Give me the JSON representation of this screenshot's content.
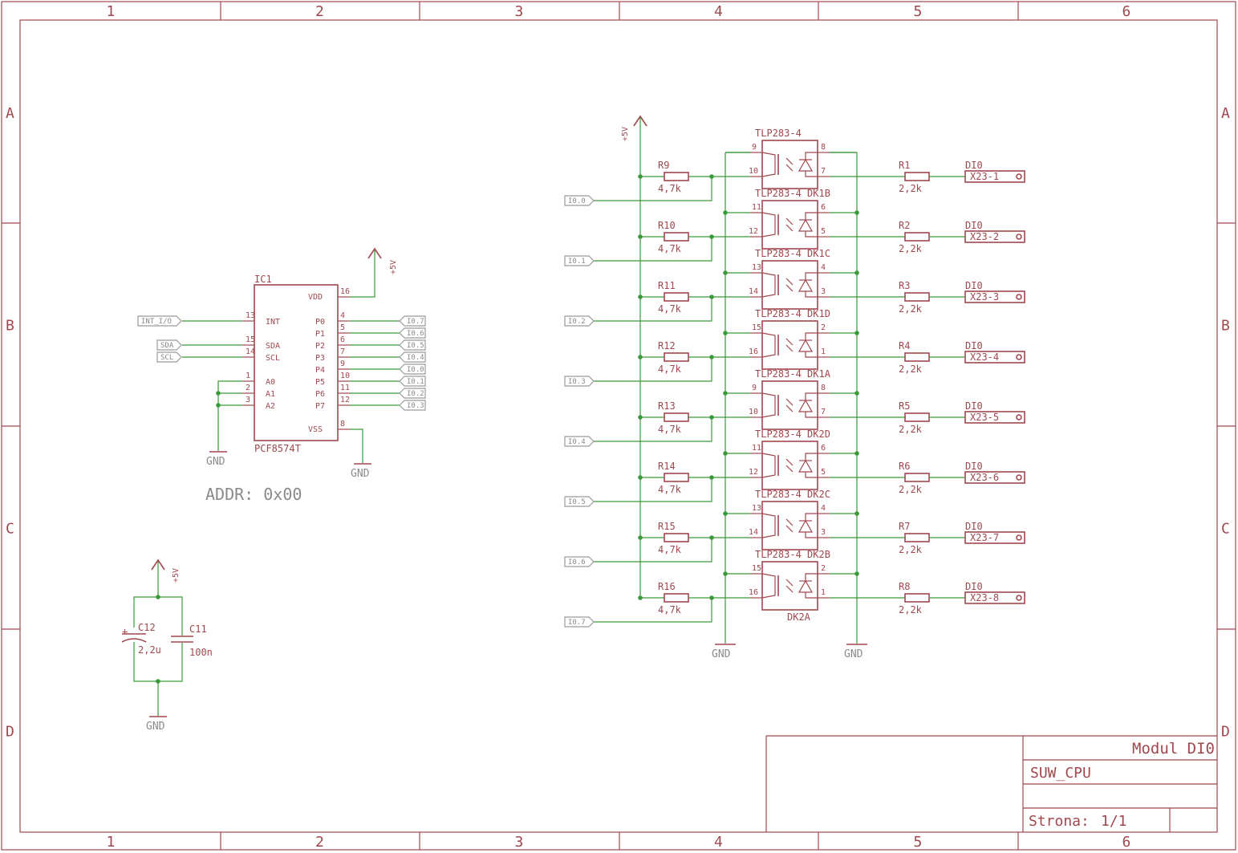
{
  "frame": {
    "columns": [
      "1",
      "2",
      "3",
      "4",
      "5",
      "6"
    ],
    "rows": [
      "A",
      "B",
      "C",
      "D"
    ]
  },
  "title_block": {
    "title": "Modul DI0",
    "project": "SUW_CPU",
    "page_label": "Strona:",
    "page_value": "1/1"
  },
  "ic1": {
    "name": "IC1",
    "value": "PCF8574T",
    "addr_note": "ADDR: 0x00",
    "left_pins": [
      {
        "num": "13",
        "name": "INT"
      },
      {
        "num": "15",
        "name": "SDA"
      },
      {
        "num": "14",
        "name": "SCL"
      },
      {
        "num": "1",
        "name": "A0"
      },
      {
        "num": "2",
        "name": "A1"
      },
      {
        "num": "3",
        "name": "A2"
      }
    ],
    "vdd": {
      "num": "16",
      "name": "VDD"
    },
    "vss": {
      "num": "8",
      "name": "VSS"
    },
    "right_pins": [
      {
        "num": "4",
        "name": "P0",
        "net": "I0.7"
      },
      {
        "num": "5",
        "name": "P1",
        "net": "I0.6"
      },
      {
        "num": "6",
        "name": "P2",
        "net": "I0.5"
      },
      {
        "num": "7",
        "name": "P3",
        "net": "I0.4"
      },
      {
        "num": "9",
        "name": "P4",
        "net": "I0.0"
      },
      {
        "num": "10",
        "name": "P5",
        "net": "I0.1"
      },
      {
        "num": "11",
        "name": "P6",
        "net": "I0.2"
      },
      {
        "num": "12",
        "name": "P7",
        "net": "I0.3"
      }
    ],
    "left_labels": [
      "INT_I/O",
      "SDA",
      "SCL"
    ]
  },
  "power": {
    "vcc": "+5V",
    "gnd": "GND"
  },
  "caps": [
    {
      "name": "C12",
      "value": "2,2u",
      "polarity": "+"
    },
    {
      "name": "C11",
      "value": "100n"
    }
  ],
  "opto_type": "TLP283-4",
  "channels": [
    {
      "in": "I0.0",
      "r_in": "R9",
      "r_in_val": "4,7k",
      "pin_a": "10",
      "pin_c": "9",
      "pin_e": "8",
      "pin_o": "7",
      "r_out": "R1",
      "r_out_val": "2,2k",
      "conn_name": "DI0",
      "conn": "X23-1",
      "opto_name": "TLP283-4"
    },
    {
      "in": "I0.1",
      "r_in": "R10",
      "r_in_val": "4,7k",
      "pin_a": "12",
      "pin_c": "11",
      "pin_e": "6",
      "pin_o": "5",
      "r_out": "R2",
      "r_out_val": "2,2k",
      "conn_name": "DI0",
      "conn": "X23-2",
      "opto_name": "TLP283-4 DK1B"
    },
    {
      "in": "I0.2",
      "r_in": "R11",
      "r_in_val": "4,7k",
      "pin_a": "14",
      "pin_c": "13",
      "pin_e": "4",
      "pin_o": "3",
      "r_out": "R3",
      "r_out_val": "2,2k",
      "conn_name": "DI0",
      "conn": "X23-3",
      "opto_name": "TLP283-4 DK1C"
    },
    {
      "in": "I0.3",
      "r_in": "R12",
      "r_in_val": "4,7k",
      "pin_a": "16",
      "pin_c": "15",
      "pin_e": "2",
      "pin_o": "1",
      "r_out": "R4",
      "r_out_val": "2,2k",
      "conn_name": "DI0",
      "conn": "X23-4",
      "opto_name": "TLP283-4 DK1D"
    },
    {
      "in": "I0.4",
      "r_in": "R13",
      "r_in_val": "4,7k",
      "pin_a": "10",
      "pin_c": "9",
      "pin_e": "8",
      "pin_o": "7",
      "r_out": "R5",
      "r_out_val": "2,2k",
      "conn_name": "DI0",
      "conn": "X23-5",
      "opto_name": "TLP283-4 DK1A"
    },
    {
      "in": "I0.5",
      "r_in": "R14",
      "r_in_val": "4,7k",
      "pin_a": "12",
      "pin_c": "11",
      "pin_e": "6",
      "pin_o": "5",
      "r_out": "R6",
      "r_out_val": "2,2k",
      "conn_name": "DI0",
      "conn": "X23-6",
      "opto_name": "TLP283-4 DK2D"
    },
    {
      "in": "I0.6",
      "r_in": "R15",
      "r_in_val": "4,7k",
      "pin_a": "14",
      "pin_c": "13",
      "pin_e": "4",
      "pin_o": "3",
      "r_out": "R7",
      "r_out_val": "2,2k",
      "conn_name": "DI0",
      "conn": "X23-7",
      "opto_name": "TLP283-4 DK2C"
    },
    {
      "in": "I0.7",
      "r_in": "R16",
      "r_in_val": "4,7k",
      "pin_a": "16",
      "pin_c": "15",
      "pin_e": "2",
      "pin_o": "1",
      "r_out": "R8",
      "r_out_val": "2,2k",
      "conn_name": "DI0",
      "conn": "X23-8",
      "opto_name": "TLP283-4 DK2B"
    }
  ],
  "last_opto_part": "DK2A"
}
